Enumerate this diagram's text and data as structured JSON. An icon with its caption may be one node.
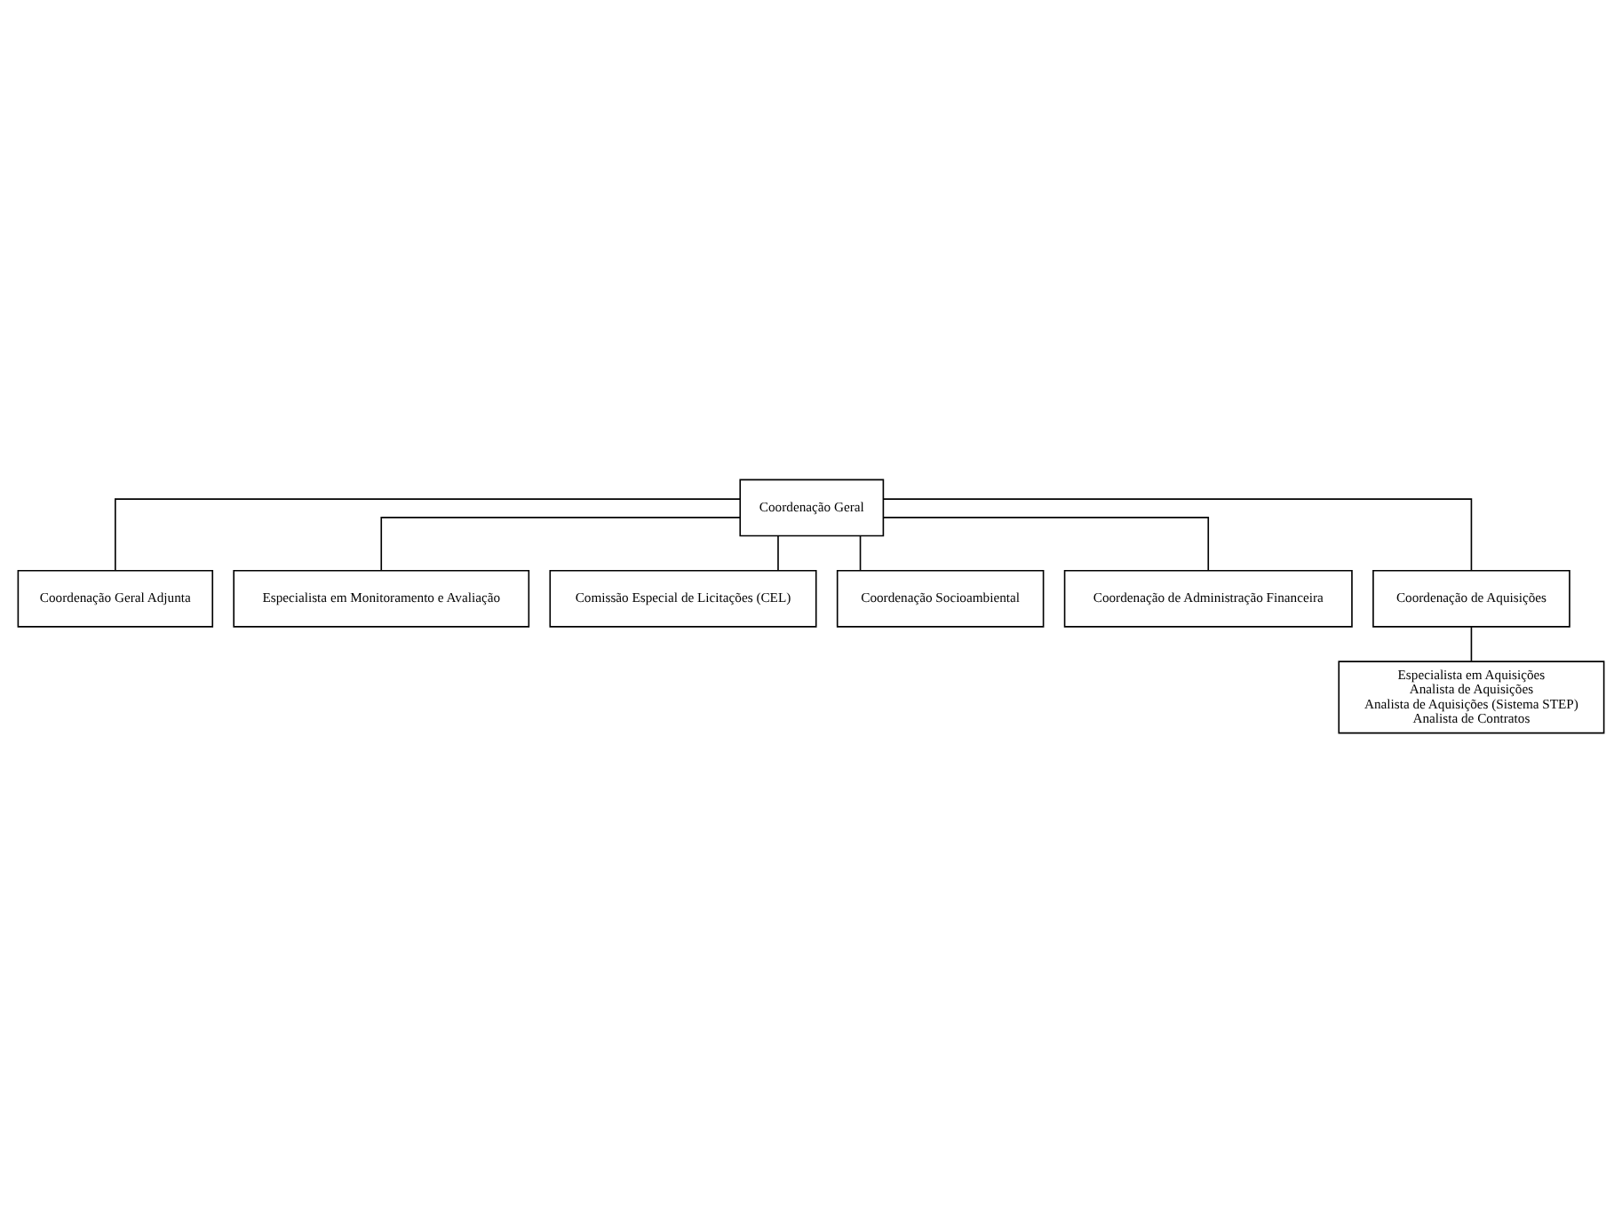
{
  "diagram": {
    "nodes": [
      {
        "text": [
          "Coordenação Geral"
        ]
      },
      {
        "text": [
          "Coordenação Geral Adjunta"
        ]
      },
      {
        "text": [
          "Especialista em Monitoramento e Avaliação"
        ]
      },
      {
        "text": [
          "Comissão Especial de Licitações (CEL)"
        ]
      },
      {
        "text": [
          "Coordenação Socioambiental"
        ]
      },
      {
        "text": [
          "Coordenação de Administração Financeira"
        ]
      },
      {
        "text": [
          "Coordenação de Aquisições"
        ]
      },
      {
        "text": [
          "Especialista em Aquisições",
          "Analista de Aquisições",
          "Analista de Aquisições (Sistema STEP)",
          "Analista de Contratos"
        ]
      }
    ],
    "edges": [
      {
        "from": 0,
        "to": 1,
        "arrow": "none"
      },
      {
        "from": 0,
        "to": 2,
        "arrow": "none"
      },
      {
        "from": 0,
        "to": 3,
        "arrow": "none"
      },
      {
        "from": 0,
        "to": 4,
        "arrow": "none"
      },
      {
        "from": 0,
        "to": 5,
        "arrow": "none"
      },
      {
        "from": 0,
        "to": 6,
        "arrow": "none"
      },
      {
        "from": 6,
        "to": 7,
        "arrow": "none"
      }
    ]
  }
}
